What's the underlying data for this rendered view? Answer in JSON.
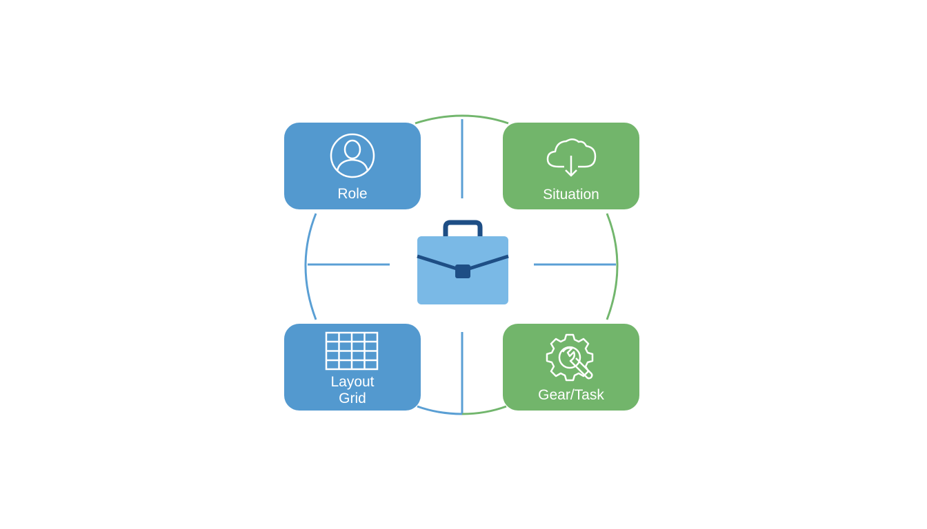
{
  "colors": {
    "blue_card": "#5399cf",
    "green_card": "#72b56b",
    "blue_line": "#5a9fd4",
    "green_line": "#72b66d",
    "briefcase_body": "#7ab9e6",
    "briefcase_dark": "#1e4e85"
  },
  "center": {
    "icon": "briefcase-icon"
  },
  "nodes": [
    {
      "id": "role",
      "label": "Role",
      "icon": "user-icon",
      "color": "#5399cf"
    },
    {
      "id": "situation",
      "label": "Situation",
      "icon": "cloud-download-icon",
      "color": "#72b56b"
    },
    {
      "id": "layout",
      "label": "Layout\nGrid",
      "icon": "grid-icon",
      "color": "#5399cf"
    },
    {
      "id": "gear",
      "label": "Gear/Task",
      "icon": "gear-wrench-icon",
      "color": "#72b56b"
    }
  ]
}
